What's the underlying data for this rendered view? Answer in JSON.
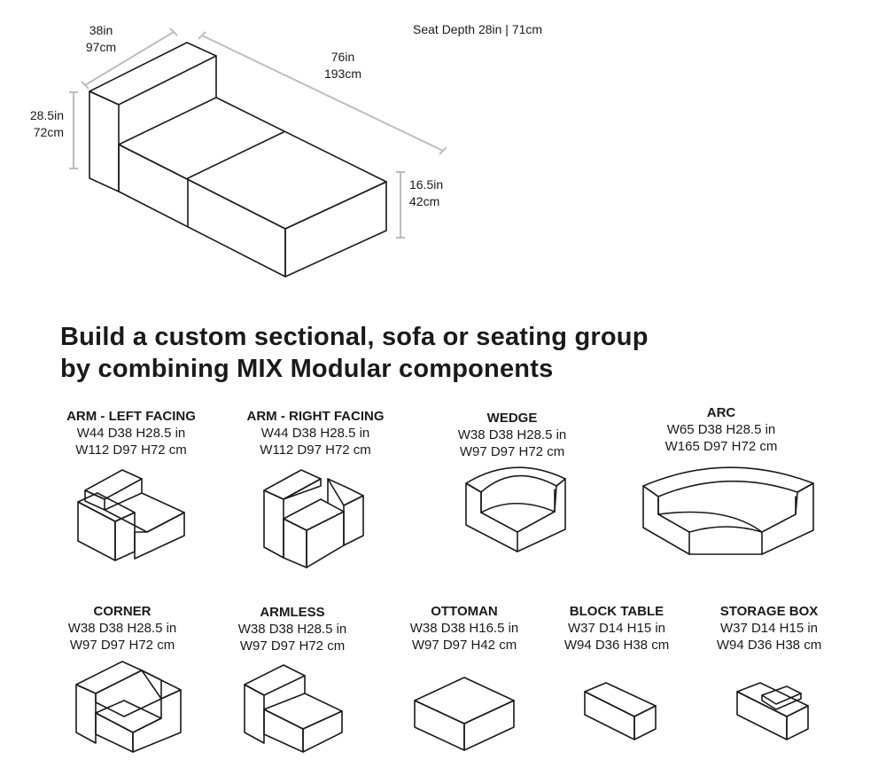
{
  "main_diagram": {
    "seat_depth": "Seat Depth 28in | 71cm",
    "depth_in": "38in",
    "depth_cm": "97cm",
    "width_in": "76in",
    "width_cm": "193cm",
    "height_in": "28.5in",
    "height_cm": "72cm",
    "seat_height_in": "16.5in",
    "seat_height_cm": "42cm"
  },
  "headline": {
    "line1": "Build a custom sectional, sofa or seating group",
    "line2": "by combining MIX Modular components"
  },
  "components": [
    {
      "name": "ARM - LEFT FACING",
      "dims_in": "W44 D38 H28.5 in",
      "dims_cm": "W112 D97 H72 cm",
      "icon": "arm-left-facing"
    },
    {
      "name": "ARM - RIGHT FACING",
      "dims_in": "W44 D38 H28.5 in",
      "dims_cm": "W112 D97 H72 cm",
      "icon": "arm-right-facing"
    },
    {
      "name": "WEDGE",
      "dims_in": "W38 D38 H28.5 in",
      "dims_cm": "W97 D97 H72 cm",
      "icon": "wedge"
    },
    {
      "name": "ARC",
      "dims_in": "W65 D38 H28.5 in",
      "dims_cm": "W165 D97 H72 cm",
      "icon": "arc"
    },
    {
      "name": "CORNER",
      "dims_in": "W38 D38 H28.5 in",
      "dims_cm": "W97 D97 H72 cm",
      "icon": "corner"
    },
    {
      "name": "ARMLESS",
      "dims_in": "W38 D38 H28.5 in",
      "dims_cm": "W97 D97 H72 cm",
      "icon": "armless"
    },
    {
      "name": "OTTOMAN",
      "dims_in": "W38 D38 H16.5 in",
      "dims_cm": "W97 D97 H42 cm",
      "icon": "ottoman"
    },
    {
      "name": "BLOCK TABLE",
      "dims_in": "W37 D14 H15 in",
      "dims_cm": "W94 D36 H38 cm",
      "icon": "block-table"
    },
    {
      "name": "STORAGE BOX",
      "dims_in": "W37 D14 H15 in",
      "dims_cm": "W94 D36 H38 cm",
      "icon": "storage-box"
    }
  ]
}
